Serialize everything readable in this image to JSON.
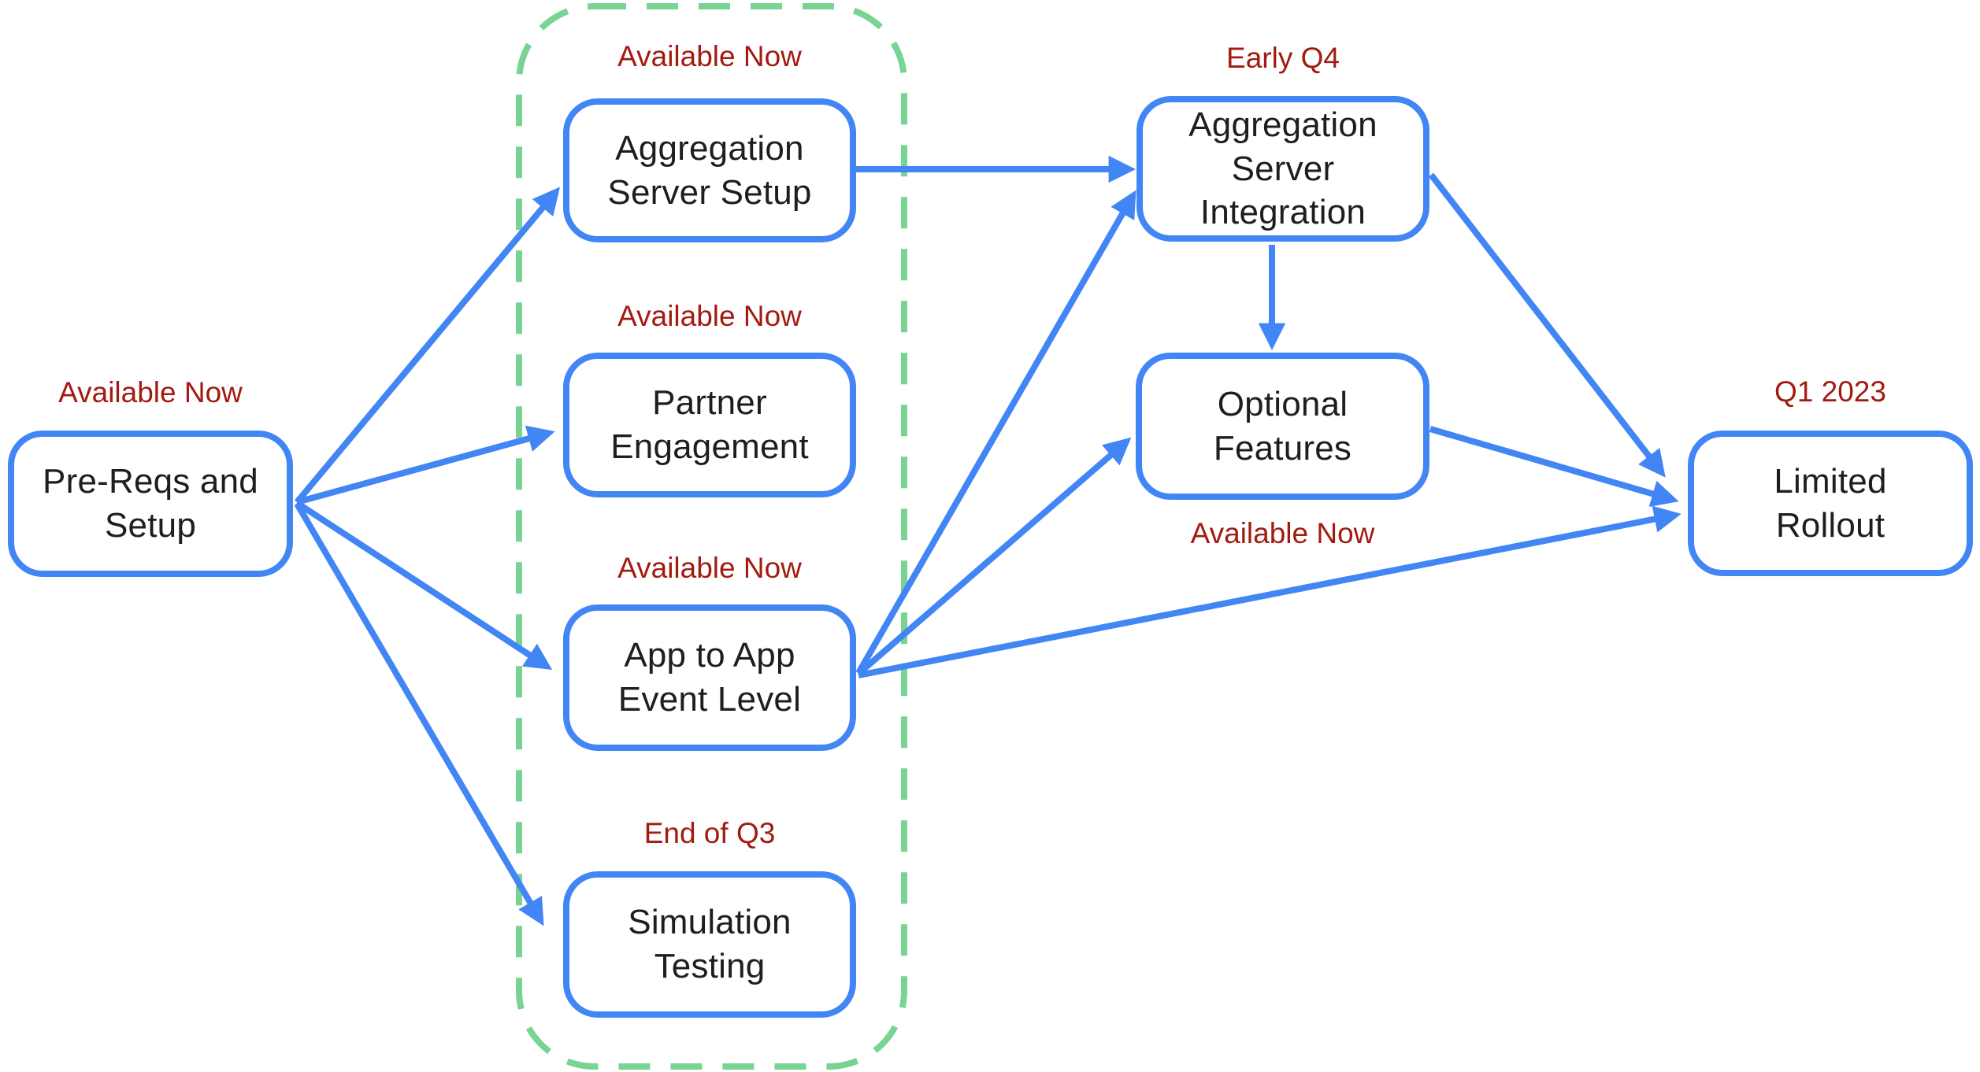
{
  "diagram": {
    "type": "flowchart-roadmap",
    "colors": {
      "primary_blue": "#4285F4",
      "status_red": "#A21B10",
      "group_green": "#78D493",
      "node_text": "#1E1E1E",
      "background": "#FFFFFF"
    },
    "nodes": [
      {
        "id": "pre-reqs-and-setup",
        "label": "Pre-Reqs and\nSetup",
        "status": "Available Now"
      },
      {
        "id": "aggregation-server-setup",
        "label": "Aggregation\nServer Setup",
        "status": "Available Now"
      },
      {
        "id": "partner-engagement",
        "label": "Partner\nEngagement",
        "status": "Available Now"
      },
      {
        "id": "app-to-app-event-level",
        "label": "App to App\nEvent Level",
        "status": "Available Now"
      },
      {
        "id": "simulation-testing",
        "label": "Simulation\nTesting",
        "status": "End of Q3"
      },
      {
        "id": "aggregation-server-integration",
        "label": "Aggregation\nServer\nIntegration",
        "status": "Early Q4"
      },
      {
        "id": "optional-features",
        "label": "Optional\nFeatures",
        "status": "Available Now",
        "status_position": "below"
      },
      {
        "id": "limited-rollout",
        "label": "Limited\nRollout",
        "status": "Q1 2023"
      }
    ],
    "group": {
      "id": "available-now-group",
      "style": "green-dashed-outline",
      "members": [
        "aggregation-server-setup",
        "partner-engagement",
        "app-to-app-event-level",
        "simulation-testing"
      ]
    },
    "edges": [
      {
        "from": "pre-reqs-and-setup",
        "to": "aggregation-server-setup"
      },
      {
        "from": "pre-reqs-and-setup",
        "to": "partner-engagement"
      },
      {
        "from": "pre-reqs-and-setup",
        "to": "app-to-app-event-level"
      },
      {
        "from": "pre-reqs-and-setup",
        "to": "simulation-testing"
      },
      {
        "from": "aggregation-server-setup",
        "to": "aggregation-server-integration"
      },
      {
        "from": "app-to-app-event-level",
        "to": "aggregation-server-integration"
      },
      {
        "from": "app-to-app-event-level",
        "to": "optional-features"
      },
      {
        "from": "app-to-app-event-level",
        "to": "limited-rollout"
      },
      {
        "from": "aggregation-server-integration",
        "to": "optional-features"
      },
      {
        "from": "aggregation-server-integration",
        "to": "limited-rollout"
      },
      {
        "from": "optional-features",
        "to": "limited-rollout"
      }
    ]
  }
}
